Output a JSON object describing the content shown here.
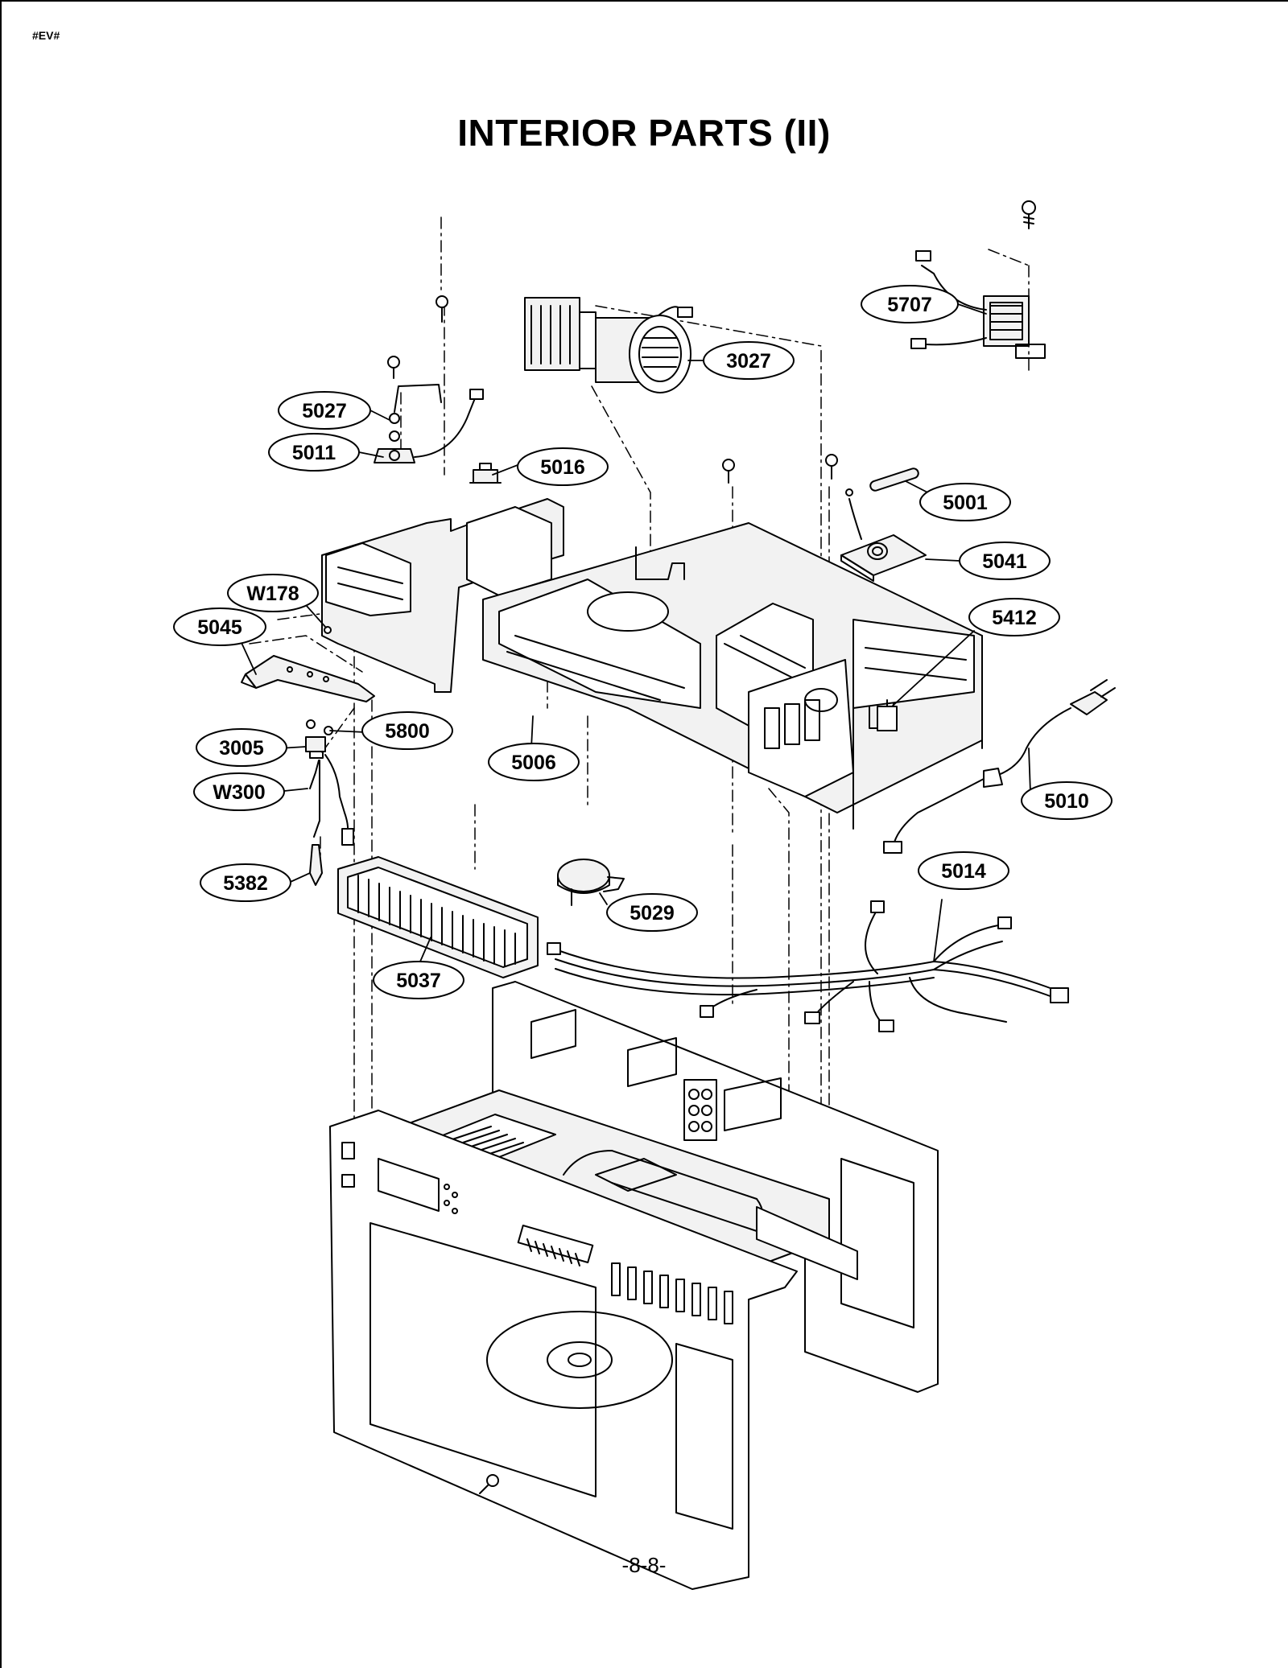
{
  "header": {
    "tag": "#EV#",
    "title": "INTERIOR PARTS (II)"
  },
  "footer": {
    "page_number": "-8-8-"
  },
  "colors": {
    "ink": "#000000",
    "paper": "#ffffff",
    "part_fill": "#f2f2f2"
  },
  "callouts": [
    {
      "id": "5707",
      "label": "5707"
    },
    {
      "id": "3027",
      "label": "3027"
    },
    {
      "id": "5027",
      "label": "5027"
    },
    {
      "id": "5011",
      "label": "5011"
    },
    {
      "id": "5016",
      "label": "5016"
    },
    {
      "id": "5001",
      "label": "5001"
    },
    {
      "id": "5041",
      "label": "5041"
    },
    {
      "id": "W178",
      "label": "W178"
    },
    {
      "id": "5045",
      "label": "5045"
    },
    {
      "id": "5412",
      "label": "5412"
    },
    {
      "id": "5800",
      "label": "5800"
    },
    {
      "id": "3005",
      "label": "3005"
    },
    {
      "id": "5006",
      "label": "5006"
    },
    {
      "id": "W300",
      "label": "W300"
    },
    {
      "id": "5010",
      "label": "5010"
    },
    {
      "id": "5014",
      "label": "5014"
    },
    {
      "id": "5382",
      "label": "5382"
    },
    {
      "id": "5029",
      "label": "5029"
    },
    {
      "id": "5037",
      "label": "5037"
    }
  ]
}
